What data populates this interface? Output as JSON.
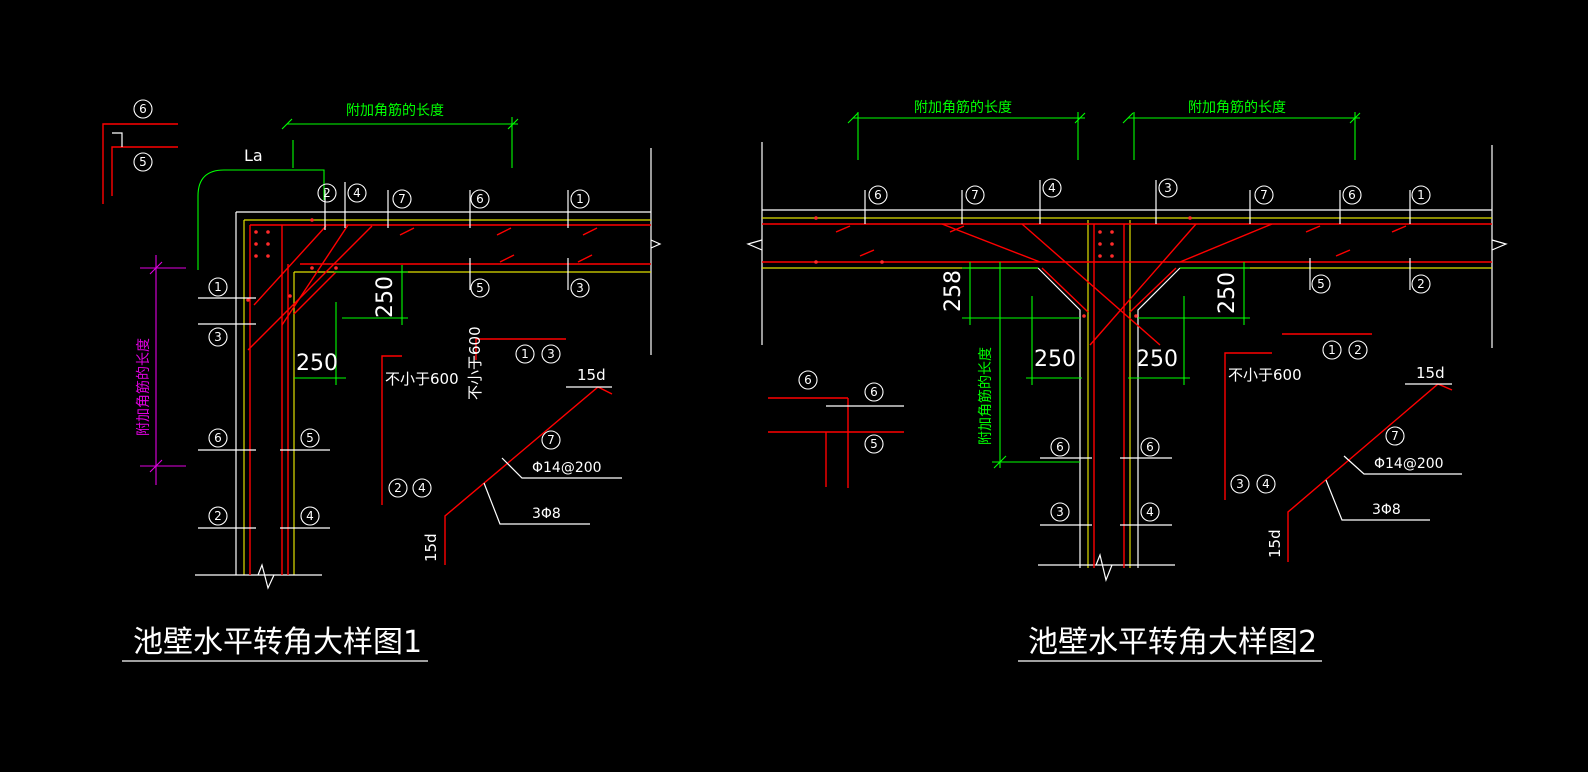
{
  "colors": {
    "background": "#000000",
    "wall": "#ffffff",
    "face": "#e0e000",
    "rebar": "#ff0000",
    "dim": "#00ff00",
    "dim_alt": "#e000e0"
  },
  "detail1": {
    "title": "池壁水平转角大样图1",
    "len_label": "附加角筋的长度",
    "len_label_v": "附加角筋的长度",
    "la": "La",
    "dim_250": "250",
    "min600": "不小于600",
    "min600_rot": "不小于600",
    "d15": "15d",
    "bar_spec": "Φ14@200",
    "stirrup": "3Φ8"
  },
  "detail2": {
    "title": "池壁水平转角大样图2",
    "len_label": "附加角筋的长度",
    "len_label_v": "附加角筋的长度",
    "dim_250": "250",
    "dim_258": "258",
    "min600": "不小于600",
    "d15": "15d",
    "bar_spec": "Φ14@200",
    "stirrup": "3Φ8"
  }
}
